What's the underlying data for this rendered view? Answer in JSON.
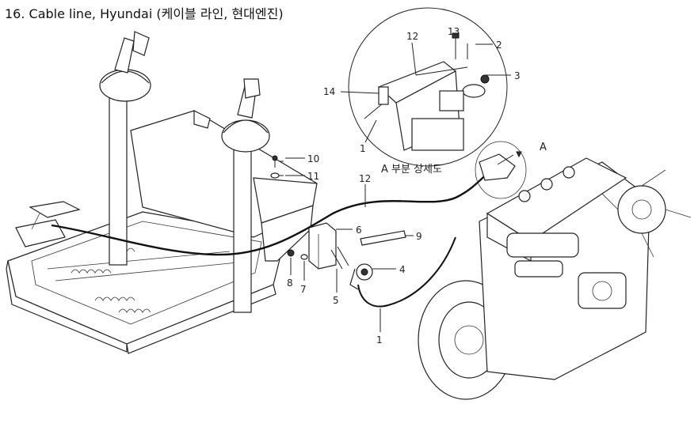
{
  "title": "16. Cable line, Hyundai (케이블 라인, 현대엔진)",
  "detail": {
    "marker": "A",
    "caption": "A 부분 상세도"
  },
  "callouts": [
    {
      "id": "c12-detail",
      "text": "12"
    },
    {
      "id": "c13",
      "text": "13"
    },
    {
      "id": "c2",
      "text": "2"
    },
    {
      "id": "c3",
      "text": "3"
    },
    {
      "id": "c14",
      "text": "14"
    },
    {
      "id": "c1-detail",
      "text": "1"
    },
    {
      "id": "c10",
      "text": "10"
    },
    {
      "id": "c11",
      "text": "11"
    },
    {
      "id": "c12",
      "text": "12"
    },
    {
      "id": "c6",
      "text": "6"
    },
    {
      "id": "c9",
      "text": "9"
    },
    {
      "id": "c4",
      "text": "4"
    },
    {
      "id": "c8",
      "text": "8"
    },
    {
      "id": "c7",
      "text": "7"
    },
    {
      "id": "c5",
      "text": "5"
    },
    {
      "id": "c1",
      "text": "1"
    }
  ]
}
